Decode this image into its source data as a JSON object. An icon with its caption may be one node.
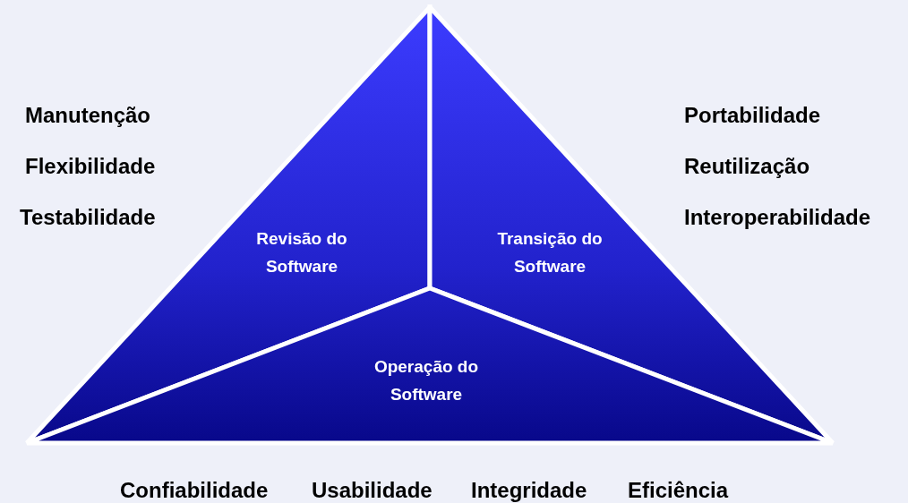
{
  "diagram": {
    "nodes": [
      {
        "text": [
          "Revisão do Software"
        ]
      },
      {
        "text": [
          "Transição do Software"
        ]
      },
      {
        "text": [
          "Operação do Software"
        ]
      }
    ],
    "labels": [
      "Manutenção",
      "Flexibilidade",
      "Testabilidade",
      "Portabilidade",
      "Reutilização",
      "Interoperabilidade",
      "Confiabilidade",
      "Usabilidade",
      "Integridade",
      "Eficiência"
    ]
  }
}
